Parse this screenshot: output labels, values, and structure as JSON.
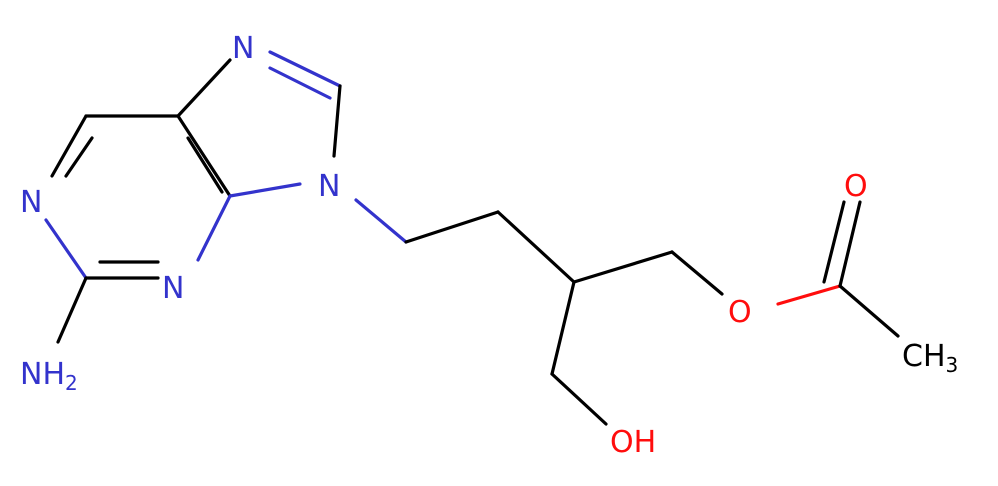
{
  "colors": {
    "carbon_bond": "#000000",
    "nitrogen": "#3333cc",
    "oxygen": "#ff0d0d",
    "background": "#ffffff"
  },
  "atoms": {
    "n_top": "N",
    "n_ring_left": "N",
    "n_ring_bottom": "N",
    "n9": "N",
    "nh2_main": "NH",
    "nh2_sub": "2",
    "oh": "OH",
    "o_ester": "O",
    "o_carbonyl": "O",
    "ch3_main": "CH",
    "ch3_sub": "3"
  }
}
